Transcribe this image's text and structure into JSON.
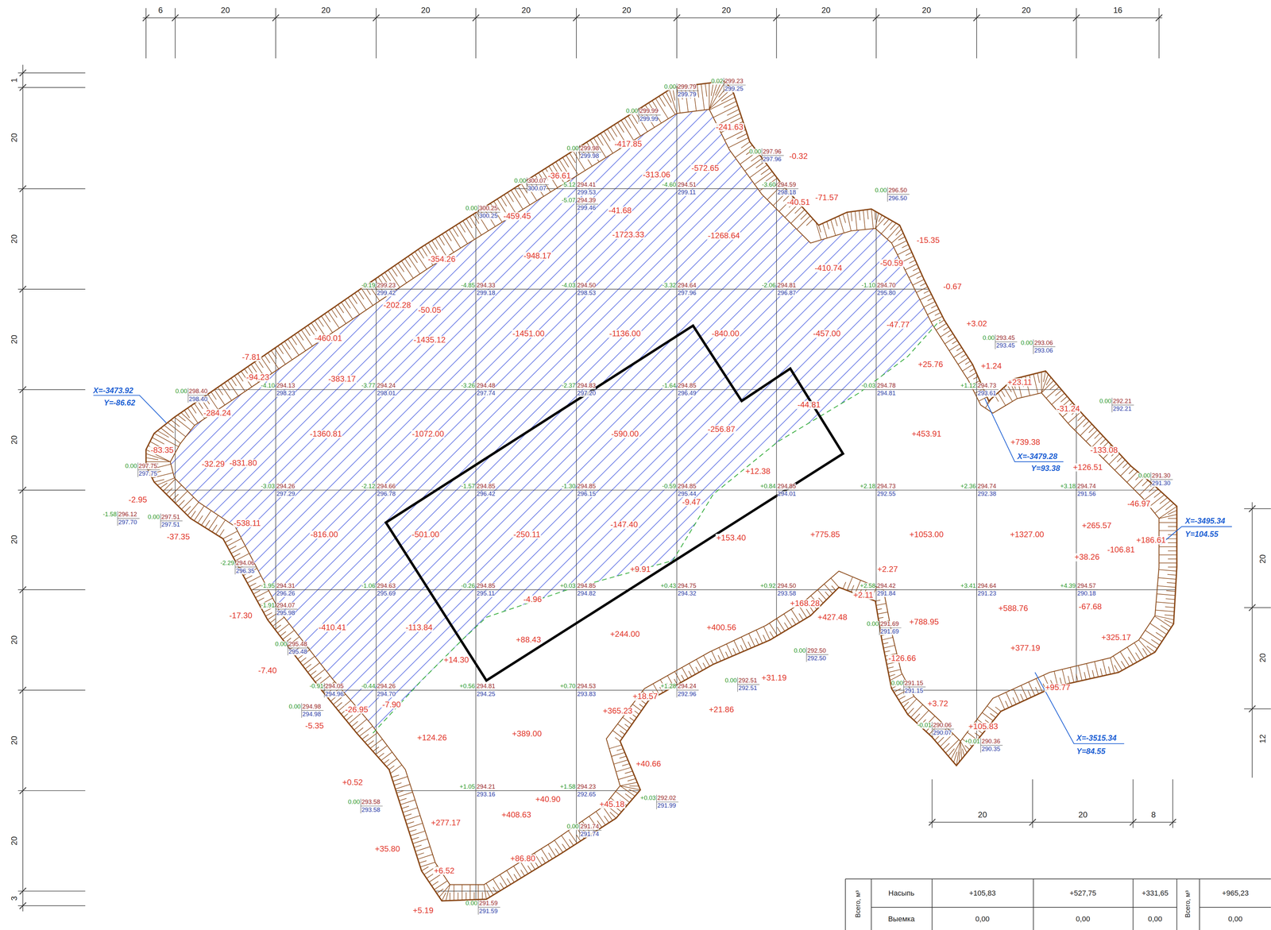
{
  "diagram": {
    "labels": [
      "6",
      "20",
      "20",
      "20",
      "20",
      "20",
      "20",
      "20",
      "20",
      "20",
      "16",
      "1",
      "20",
      "20",
      "20",
      "20",
      "20",
      "20",
      "20",
      "20",
      "3",
      "20",
      "20",
      "8",
      "20",
      "20",
      "12",
      "-4.10",
      "294.13",
      "298.23",
      "-3.77",
      "294.24",
      "298.01",
      "-3.26",
      "294.48",
      "297.74",
      "-2.37",
      "294.83",
      "297.20",
      "-1.64",
      "294.85",
      "296.49",
      "-0.03",
      "294.78",
      "294.81",
      "+1.12",
      "294.73",
      "293.61",
      "-0.19",
      "299.23",
      "299.42",
      "-4.85",
      "294.33",
      "299.18",
      "-4.03",
      "294.50",
      "298.53",
      "-3.32",
      "294.64",
      "297.96",
      "-2.06",
      "294.81",
      "296.87",
      "-1.10",
      "294.70",
      "295.80",
      "-5.12",
      "294.41",
      "299.53",
      "-4.60",
      "294.51",
      "299.11",
      "-3.60",
      "294.59",
      "298.18",
      "-3.03",
      "294.26",
      "297.29",
      "-2.12",
      "294.66",
      "296.78",
      "-1.57",
      "294.85",
      "296.42",
      "-1.30",
      "294.85",
      "296.15",
      "-0.59",
      "294.85",
      "295.44",
      "+0.84",
      "294.85",
      "294.01",
      "+2.18",
      "294.73",
      "292.55",
      "+2.36",
      "294.74",
      "292.38",
      "+3.18",
      "294.74",
      "291.56",
      "-1.95",
      "294.31",
      "296.26",
      "-1.06",
      "294.63",
      "295.69",
      "-0.26",
      "294.85",
      "295.11",
      "+0.03",
      "294.85",
      "294.82",
      "+0.43",
      "294.75",
      "294.32",
      "+0.92",
      "294.50",
      "293.58",
      "+2.58",
      "294.42",
      "291.84",
      "+3.41",
      "294.64",
      "291.23",
      "+4.39",
      "294.57",
      "290.18",
      "-0.44",
      "294.26",
      "294.70",
      "+0.56",
      "294.81",
      "294.25",
      "+0.70",
      "294.53",
      "293.83",
      "+1.28",
      "294.24",
      "292.96",
      "+1.05",
      "294.21",
      "293.16",
      "+1.58",
      "294.23",
      "292.65",
      "0.00",
      "299.79",
      "299.79",
      "0.02",
      "299.23",
      "299.25",
      "0.00",
      "299.99",
      "299.99",
      "0.00",
      "299.98",
      "299.98",
      "0.00",
      "300.07",
      "300.07",
      "0.00",
      "300.25",
      "300.25",
      "-5.07",
      "294.39",
      "299.46",
      "0.00",
      "297.96",
      "297.96",
      "0.00",
      "296.50",
      "296.50",
      "0.00",
      "293.45",
      "293.45",
      "0.00",
      "293.06",
      "293.06",
      "0.00",
      "292.21",
      "292.21",
      "0.00",
      "291.30",
      "291.30",
      "0.00",
      "298.40",
      "298.40",
      "0.00",
      "297.75",
      "297.75",
      "0.00",
      "297.51",
      "297.51",
      "-1.58",
      "296.12",
      "297.70",
      "-2.29",
      "294.06",
      "296.35",
      "-1.91",
      "294.07",
      "295.98",
      "0.00",
      "295.48",
      "295.48",
      "0.00",
      "294.98",
      "294.98",
      "0.00",
      "293.58",
      "293.58",
      "-0.91",
      "294.05",
      "294.96",
      "0.00",
      "291.15",
      "291.15",
      "-0.01",
      "290.06",
      "290.07",
      "+0.01",
      "290.36",
      "290.35",
      "0.00",
      "291.59",
      "291.59",
      "0.00",
      "291.74",
      "291.74",
      "+0.03",
      "292.02",
      "291.99",
      "0.00",
      "292.51",
      "292.51",
      "0.00",
      "292.50",
      "292.50",
      "0.00",
      "291.69",
      "291.69",
      "-417.85",
      "-313.06",
      "-572.65",
      "-241.63",
      "-0.32",
      "-40.51",
      "-71.57",
      "-36.61",
      "-459.45",
      "-41.68",
      "-1723.33",
      "-1268.64",
      "-15.35",
      "-50.59",
      "-410.74",
      "-948.17",
      "-354.26",
      "-202.28",
      "-50.05",
      "-0.67",
      "-1435.12",
      "-1451.00",
      "-1136.00",
      "-840.00",
      "-457.00",
      "-47.77",
      "+3.02",
      "-460.01",
      "-383.17",
      "-7.81",
      "-94.23",
      "-284.24",
      "+1.24",
      "+25.76",
      "+23.11",
      "-31.24",
      "-44.81",
      "-256.87",
      "-590.00",
      "-1072.00",
      "-1360.81",
      "+453.91",
      "+739.38",
      "-133.08",
      "+126.51",
      "-32.29",
      "-831.80",
      "-83.35",
      "-2.95",
      "-37.35",
      "-538.11",
      "-816.00",
      "-501.00",
      "-250.11",
      "-147.40",
      "-9.47",
      "+12.38",
      "+153.40",
      "+775.85",
      "+1053.00",
      "+1327.00",
      "-46.97",
      "+265.57",
      "+186.61",
      "-106.81",
      "+38.26",
      "+9.91",
      "-4.96",
      "-113.84",
      "+88.43",
      "+244.00",
      "+400.56",
      "+168.28",
      "+427.48",
      "+2.11",
      "+2.27",
      "+788.95",
      "+588.76",
      "-67.68",
      "+377.19",
      "+325.17",
      "+95.77",
      "+105.83",
      "+3.72",
      "-126.66",
      "-17.30",
      "-410.41",
      "-7.40",
      "-26.95",
      "-7.90",
      "-5.35",
      "+14.30",
      "+18.57",
      "+365.23",
      "+21.86",
      "+31.19",
      "+124.26",
      "+389.00",
      "+40.66",
      "+0.52",
      "+40.90",
      "+45.18",
      "+408.63",
      "+277.17",
      "+35.80",
      "+86.80",
      "+6.52",
      "+5.19",
      "X=-3473.92",
      "Y=-86.62",
      "X=-3479.28",
      "Y=93.38",
      "X=-3495.34",
      "Y=104.55",
      "X=-3515.34",
      "Y=84.55",
      "Всего, м³",
      "Насыпь",
      "+105,83",
      "+527,75",
      "+331,65",
      "Всего, м³",
      "+965,23",
      "Выемка",
      "0,00",
      "0,00",
      "0,00",
      "0,00"
    ]
  }
}
